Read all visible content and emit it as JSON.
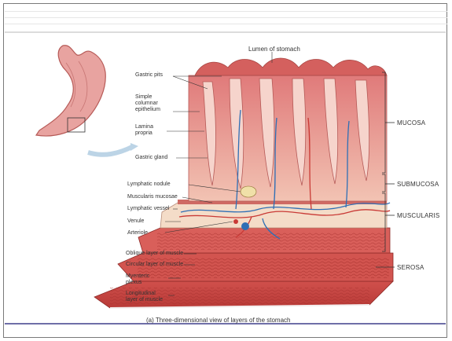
{
  "diagram": {
    "lumen_label": "Lumen of stomach",
    "left_labels": [
      "Gastric pits",
      "Simple\ncolumnar\nepithelium",
      "Lamina\npropria",
      "Gastric gland",
      "Lymphatic nodule",
      "Muscularis mucosae",
      "Lymphatic vessel",
      "Venule",
      "Arteriole",
      "Oblique layer of muscle",
      "Circular layer of muscle",
      "Myenteric\nplexus",
      "Longitudinal\nlayer of muscle"
    ],
    "right_labels": [
      "MUCOSA",
      "SUBMUCOSA",
      "MUSCULARIS",
      "SEROSA"
    ],
    "caption": "(a) Three-dimensional view of layers of the stomach"
  },
  "colors": {
    "tissue_pink": "#e9a4a4",
    "tissue_dark": "#c95a5a",
    "muscle_red": "#c7423f",
    "submucosa_cream": "#f4dcc8",
    "vessel_blue": "#2f6fb5",
    "accent_bar": "#6f6fa8"
  }
}
